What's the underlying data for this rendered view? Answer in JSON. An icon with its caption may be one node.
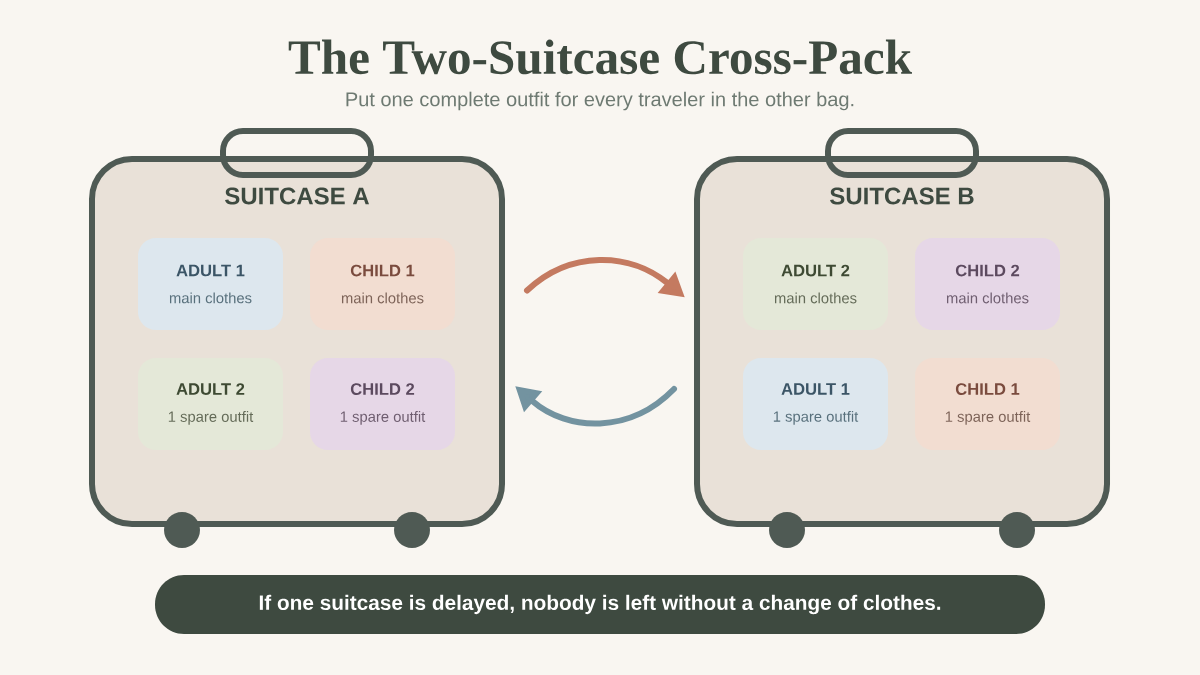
{
  "diagram": {
    "title": "The Two-Suitcase Cross-Pack",
    "nodes": [
      {
        "text": [
          "SUITCASE A"
        ]
      },
      {
        "text": [
          "ADULT 1",
          "main clothes"
        ],
        "in": 0
      },
      {
        "text": [
          "CHILD 1",
          "main clothes"
        ],
        "in": 0
      },
      {
        "text": [
          "ADULT 2",
          "1 spare outfit"
        ],
        "in": 0
      },
      {
        "text": [
          "CHILD 2",
          "1 spare outfit"
        ],
        "in": 0
      },
      {
        "text": [
          "SUITCASE B"
        ]
      },
      {
        "text": [
          "ADULT 2",
          "main clothes"
        ],
        "in": 5
      },
      {
        "text": [
          "CHILD 2",
          "main clothes"
        ],
        "in": 5
      },
      {
        "text": [
          "ADULT 1",
          "1 spare outfit"
        ],
        "in": 5
      },
      {
        "text": [
          "CHILD 1",
          "1 spare outfit"
        ],
        "in": 5
      },
      {
        "text": [
          "If one suitcase is delayed, nobody is left without a change of clothes."
        ]
      }
    ],
    "edges": [
      {
        "from": 0,
        "to": 5,
        "arrow": "to",
        "color": "#c47a60"
      },
      {
        "from": 5,
        "to": 0,
        "arrow": "to",
        "color": "#7393a0"
      }
    ],
    "labels": [
      "Put one complete outfit for every traveler in the other bag."
    ]
  }
}
